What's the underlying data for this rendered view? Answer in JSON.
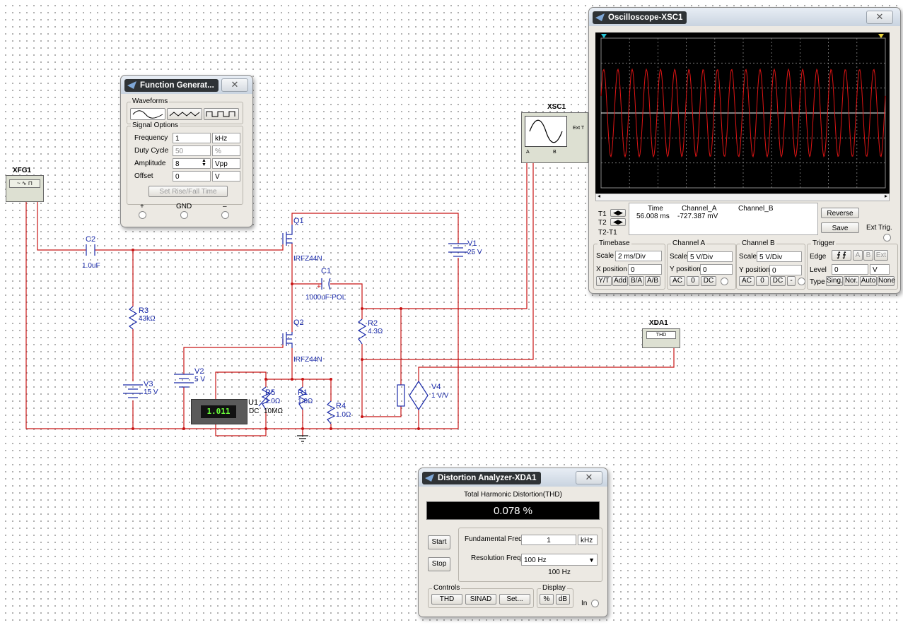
{
  "schematic": {
    "components": {
      "xfg1": "XFG1",
      "c2": {
        "name": "C2",
        "value": "1.0uF"
      },
      "r3": {
        "name": "R3",
        "value": "43kΩ"
      },
      "v3": {
        "name": "V3",
        "value": "15 V"
      },
      "v2": {
        "name": "V2",
        "value": "5 V"
      },
      "q1": {
        "name": "Q1",
        "model": "IRFZ44N"
      },
      "q2": {
        "name": "Q2",
        "model": "IRFZ44N"
      },
      "c1": {
        "name": "C1",
        "value": "1000uF-POL"
      },
      "v1": {
        "name": "V1",
        "value": "25 V"
      },
      "r2": {
        "name": "R2",
        "value": "4.3Ω"
      },
      "r5": {
        "name": "R5",
        "value": "1.0Ω"
      },
      "r1": {
        "name": "R1",
        "value": "1.0Ω"
      },
      "r4": {
        "name": "R4",
        "value": "1.0Ω"
      },
      "u1": {
        "name": "U1",
        "mode": "DC",
        "resistance": "10MΩ",
        "reading": "1.011"
      },
      "v4": {
        "name": "V4",
        "value": "1 V/V"
      },
      "xsc1": "XSC1",
      "xda1": {
        "name": "XDA1",
        "face": "THD"
      }
    }
  },
  "function_generator": {
    "title": "Function Generat...",
    "close": "✕",
    "waveforms_label": "Waveforms",
    "signal_options_label": "Signal Options",
    "frequency": {
      "label": "Frequency",
      "value": "1",
      "unit": "kHz"
    },
    "duty_cycle": {
      "label": "Duty Cycle",
      "value": "50",
      "unit": "%"
    },
    "amplitude": {
      "label": "Amplitude",
      "value": "8",
      "unit": "Vpp"
    },
    "offset": {
      "label": "Offset",
      "value": "0",
      "unit": "V"
    },
    "rise_fall_button": "Set Rise/Fall Time",
    "terminals": {
      "plus": "+",
      "gnd": "GND",
      "minus": "–"
    }
  },
  "oscilloscope": {
    "title": "Oscilloscope-XSC1",
    "close": "✕",
    "readout": {
      "headers": {
        "time": "Time",
        "a": "Channel_A",
        "b": "Channel_B"
      },
      "t1": "T1",
      "t2": "T2",
      "t2t1": "T2-T1",
      "time_value": "56.008 ms",
      "a_value": "-727.387 mV"
    },
    "reverse": "Reverse",
    "save": "Save",
    "ext_trig": "Ext Trig.",
    "timebase": {
      "label": "Timebase",
      "scale_label": "Scale",
      "scale": "2 ms/Div",
      "xpos_label": "X position",
      "xpos": "0",
      "yt": "Y/T",
      "add": "Add",
      "ba": "B/A",
      "ab": "A/B"
    },
    "channel_a": {
      "label": "Channel A",
      "scale_label": "Scale",
      "scale": "5  V/Div",
      "ypos_label": "Y position",
      "ypos": "0",
      "ac": "AC",
      "zero": "0",
      "dc": "DC"
    },
    "channel_b": {
      "label": "Channel B",
      "scale_label": "Scale",
      "scale": "5  V/Div",
      "ypos_label": "Y position",
      "ypos": "0",
      "ac": "AC",
      "zero": "0",
      "dc": "DC",
      "minus": "-"
    },
    "trigger": {
      "label": "Trigger",
      "edge_label": "Edge",
      "a": "A",
      "b": "B",
      "ext": "Ext",
      "level_label": "Level",
      "level": "0",
      "level_unit": "V",
      "type_label": "Type",
      "sing": "Sing.",
      "nor": "Nor.",
      "auto": "Auto",
      "none": "None"
    }
  },
  "distortion": {
    "title": "Distortion Analyzer-XDA1",
    "close": "✕",
    "caption": "Total Harmonic Distortion(THD)",
    "value": "0.078 %",
    "start": "Start",
    "stop": "Stop",
    "fund_label": "Fundamental Freq.",
    "fund_value": "1",
    "fund_unit": "kHz",
    "res_label": "Resolution Freq.",
    "res_value": "100 Hz",
    "res_readout": "100 Hz",
    "controls_label": "Controls",
    "thd": "THD",
    "sinad": "SINAD",
    "set": "Set...",
    "display_label": "Display",
    "pct": "%",
    "db": "dB",
    "in_label": "In"
  }
}
